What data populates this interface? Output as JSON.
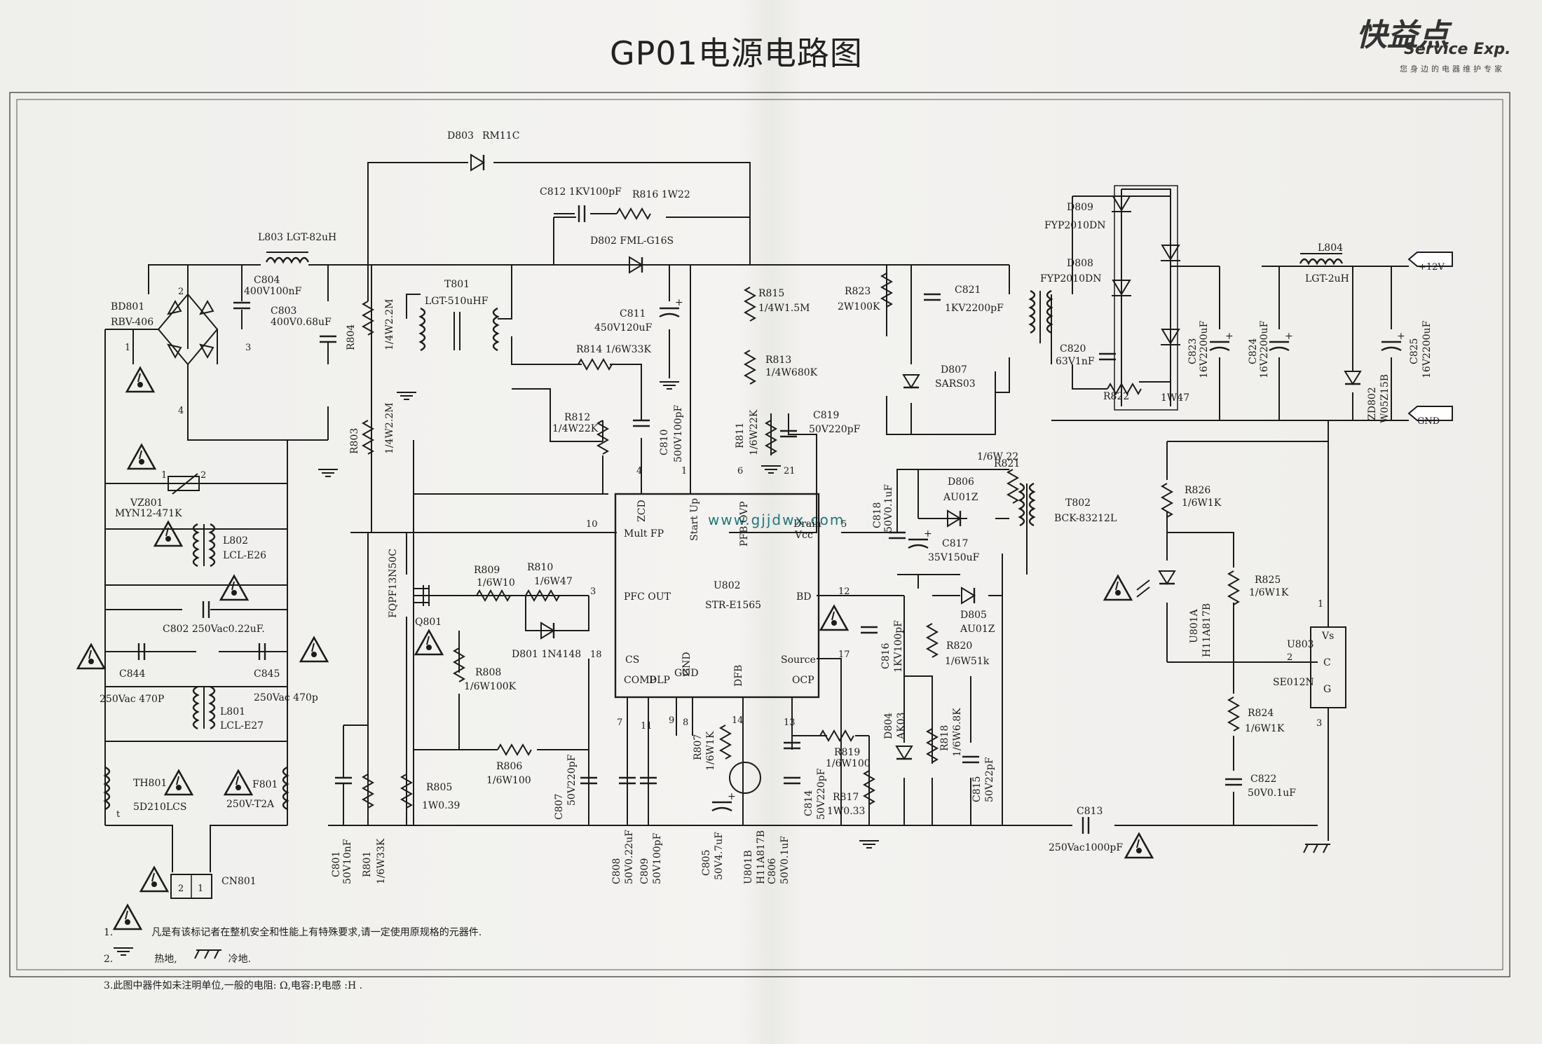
{
  "title": "GP01电源电路图",
  "logo": {
    "brand": "快益点",
    "english": "Service Exp.",
    "slogan": "您身边的电器维护专家"
  },
  "watermark": "www.gjjdwx.com",
  "labels": {
    "d803": "D803",
    "d803v": "RM11C",
    "c812": "C812 1KV100pF",
    "r816": "R816 1W22",
    "d802": "D802 FML-G16S",
    "l803": "L803 LGT-82uH",
    "bd801": "BD801",
    "bd801v": "RBV-406",
    "c804": "C804",
    "c804v": "400V100nF",
    "c803": "C803",
    "c803v": "400V0.68uF",
    "t801": "T801",
    "t801v": "LGT-510uHF",
    "r804": "R804",
    "r804v": "1/4W2.2M",
    "r803": "R803",
    "r803v": "1/4W2.2M",
    "c811": "C811",
    "c811v": "450V120uF",
    "r814": "R814 1/6W33K",
    "r812": "R812",
    "r812v": "1/4W22K",
    "c810": "C810",
    "c810v": "500V100pF",
    "r815": "R815",
    "r815v": "1/4W1.5M",
    "r813": "R813",
    "r813v": "1/4W680K",
    "r811": "R811",
    "r811v": "1/6W22K",
    "c819": "C819",
    "c819v": "50V220pF",
    "r823": "R823",
    "r823v": "2W100K",
    "c821": "C821",
    "c821v": "1KV2200pF",
    "d807": "D807",
    "d807v": "SARS03",
    "d809": "D809",
    "d809v": "FYP2010DN",
    "d808": "D808",
    "d808v": "FYP2010DN",
    "c820": "C820",
    "c820v": "63V1nF",
    "r822": "R822",
    "r822v": "1W47",
    "l804": "L804",
    "l804v": "LGT-2uH",
    "out12": "+12V",
    "gnd": "GND",
    "c823": "C823",
    "c823v": "16V2200uF",
    "c824": "C824",
    "c824v": "16V2200uF",
    "c825": "C825",
    "c825v": "16V2200uF",
    "zd802": "ZD802",
    "zd802v": "W05Z15B",
    "vz801": "VZ801",
    "vz801v": "MYN12-471K",
    "l802": "L802",
    "l802v": "LCL-E26",
    "c802": "C802 250Vac0.22uF.",
    "c844": "C844",
    "c844v": "250Vac 470P",
    "c845": "C845",
    "c845v": "250Vac 470p",
    "l801": "L801",
    "l801v": "LCL-E27",
    "th801": "TH801",
    "th801v": "5D210LCS",
    "f801": "F801",
    "f801v": "250V-T2A",
    "cn801": "CN801",
    "q801": "Q801",
    "q801v": "FQPF13N50C",
    "r809": "R809",
    "r809v": "1/6W10",
    "r810": "R810",
    "r810v": "1/6W47",
    "d801": "D801 1N4148",
    "r808": "R808",
    "r808v": "1/6W100K",
    "r806": "R806",
    "r806v": "1/6W100",
    "r805": "R805",
    "r805v": "1W0.39",
    "c801": "C801",
    "c801v": "50V10nF",
    "r801": "R801",
    "r801v": "1/6W33K",
    "c807": "C807",
    "c807v": "50V220pF",
    "c808": "C808",
    "c808v": "50V0.22uF",
    "c809": "C809",
    "c809v": "50V100pF",
    "c805": "C805",
    "c805v": "50V4.7uF",
    "u801b": "U801B",
    "u801bv": "H11A817B",
    "c806": "C806",
    "c806v": "50V0.1uF",
    "r807": "R807",
    "r807v": "1/6W1K",
    "c814": "C814",
    "c814v": "50V220pF",
    "r819": "R819",
    "r819v": "1/6W100",
    "r817": "R817",
    "r817v": "1W0.33",
    "c816": "C816",
    "c816v": "1KV100pF",
    "d804": "D804",
    "d804v": "AK03",
    "r818": "R818",
    "r818v": "1/6W6.8K",
    "c815": "C815",
    "c815v": "50V22pF",
    "r820": "R820",
    "r820v": "1/6W51k",
    "d805": "D805",
    "d805v": "AU01Z",
    "d806": "D806",
    "d806v": "AU01Z",
    "c818": "C818",
    "c818v": "50V0.1uF",
    "c817": "C817",
    "c817v": "35V150uF",
    "r821": "R821",
    "r821v": "1/6W 22",
    "t802": "T802",
    "t802v": "BCK-83212L",
    "c813": "C813",
    "c813v": "250Vac1000pF",
    "r826": "R826",
    "r826v": "1/6W1K",
    "r825": "R825",
    "r825v": "1/6W1K",
    "r824": "R824",
    "r824v": "1/6W1K",
    "c822": "C822",
    "c822v": "50V0.1uF",
    "u801a": "U801A",
    "u801av": "H11A817B",
    "u803": "U803",
    "u803v": "SE012N",
    "u802": "U802",
    "u802v": "STR-E1565",
    "pin_zcd": "ZCD",
    "pin_multfp": "Mult FP",
    "pin_startup": "Start Up",
    "pin_pfbovp": "PFB OVP",
    "pin_drain": "Drain",
    "pin_vcc": "Vcc",
    "pin_pfcout": "PFC OUT",
    "pin_bd": "BD",
    "pin_cs": "CS",
    "pin_source": "Source",
    "pin_comp": "COMP",
    "pin_dlp": "DLP",
    "pin_gnd1": "GND",
    "pin_gnd2": "GND",
    "pin_dfb": "DFB",
    "pin_ocp": "OCP",
    "u803_vs": "Vs",
    "u803_c": "C",
    "u803_g": "G",
    "n10": "10",
    "n4": "4",
    "n1": "1",
    "n6": "6",
    "n21": "21",
    "n5": "5",
    "n3": "3",
    "n12": "12",
    "n17": "17",
    "n18": "18",
    "n7": "7",
    "n11": "11",
    "n9": "9",
    "n8": "8",
    "n14": "14",
    "n13": "13",
    "n2": "2",
    "n3b": "3",
    "bd1": "1",
    "bd2": "2",
    "bd3": "3",
    "bd4": "4",
    "vz1": "1",
    "vz2": "2",
    "u803p1": "1",
    "u803p2": "2",
    "u803p3": "3",
    "th_t": "t",
    "cn2": "2",
    "cn1": "1"
  },
  "notes": {
    "n1a": "1.",
    "n1b": "凡是有该标记者在整机安全和性能上有特殊要求,请一定使用原规格的元器件.",
    "n2a": "2.",
    "n2b": "热地,",
    "n2c": "冷地.",
    "n3": "3.此图中器件如未注明单位,一般的电阻: Ω,电容:P,电感 :H ."
  }
}
